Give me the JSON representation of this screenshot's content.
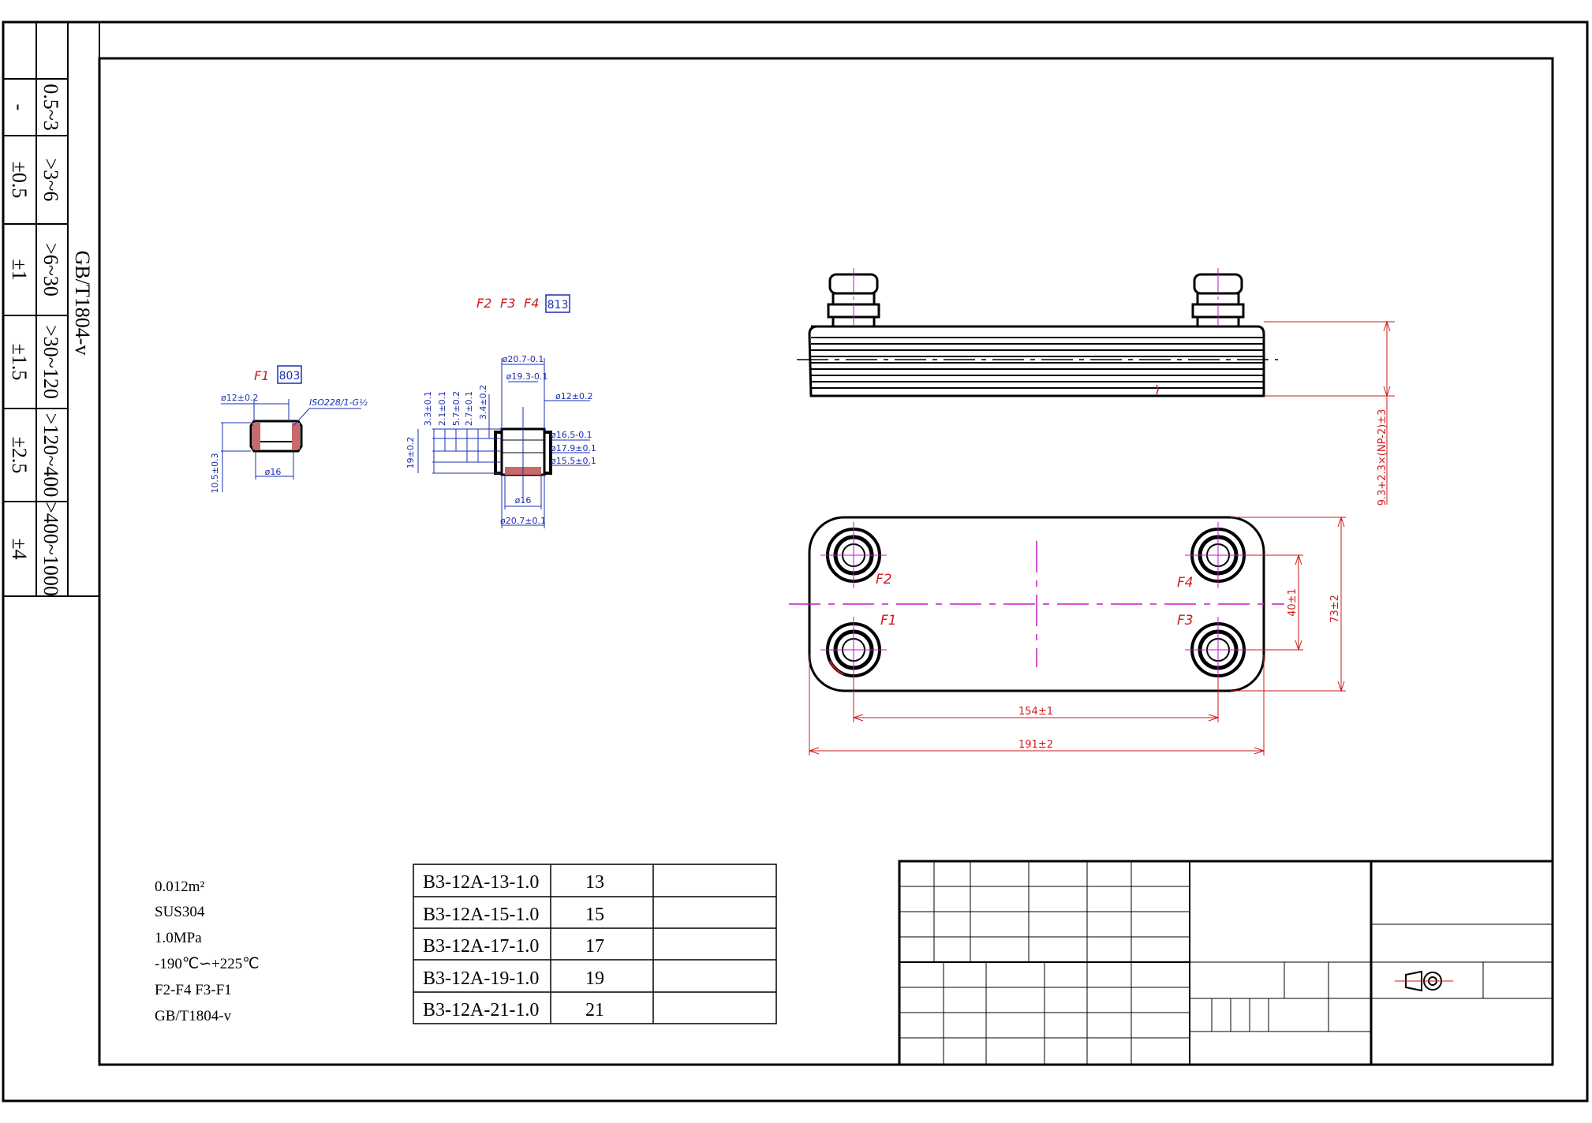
{
  "tolerance_table": {
    "heading": "GB/T1804-v",
    "rows": [
      {
        "range": "0.5~3",
        "tol": "-"
      },
      {
        "range": ">3~6",
        "tol": "±0.5"
      },
      {
        "range": ">6~30",
        "tol": "±1"
      },
      {
        "range": ">30~120",
        "tol": "±1.5"
      },
      {
        "range": ">120~400",
        "tol": "±2.5"
      },
      {
        "range": ">400~1000",
        "tol": "±4"
      }
    ]
  },
  "detail_f1": {
    "label": "F1",
    "code": "803",
    "dim_top": "ø12±0.2",
    "thread": "ISO228/1-G½",
    "dim_height": "10.5±0.3",
    "dim_bottom": "ø16"
  },
  "detail_f2": {
    "labels": [
      "F2",
      "F3",
      "F4"
    ],
    "code": "813",
    "dims_top": [
      "ø20.7-0.1",
      "ø19.3-0.1",
      "ø12±0.2"
    ],
    "dims_vertical": [
      "3.3±0.1",
      "2.1±0.1",
      "5.7±0.2",
      "2.7±0.1",
      "3.4±0.2",
      "19±0.2"
    ],
    "dims_right": [
      "ø16.5-0.1",
      "ø17.9±0.1",
      "ø15.5±0.1"
    ],
    "dims_bottom": [
      "ø16",
      "ø20.7±0.1"
    ]
  },
  "side_view": {
    "dim_height": "9.3+2.3×(NP-2)±3"
  },
  "front_view": {
    "ports": [
      "F2",
      "F4",
      "F1",
      "F3"
    ],
    "dim_port_v": "40±1",
    "dim_total_v": "73±2",
    "dim_port_h": "154±1",
    "dim_total_h": "191±2"
  },
  "specs": [
    "0.012m²",
    "SUS304",
    "1.0MPa",
    "-190℃∽+225℃",
    "F2-F4 F3-F1",
    "GB/T1804-v"
  ],
  "model_table": [
    {
      "model": "B3-12A-13-1.0",
      "plates": "13",
      "note": ""
    },
    {
      "model": "B3-12A-15-1.0",
      "plates": "15",
      "note": ""
    },
    {
      "model": "B3-12A-17-1.0",
      "plates": "17",
      "note": ""
    },
    {
      "model": "B3-12A-19-1.0",
      "plates": "19",
      "note": ""
    },
    {
      "model": "B3-12A-21-1.0",
      "plates": "21",
      "note": ""
    }
  ],
  "colors": {
    "line": "#000000",
    "dimension": "#d11a1a",
    "detail": "#1a2fb5",
    "centerline": "#c21ac2"
  }
}
